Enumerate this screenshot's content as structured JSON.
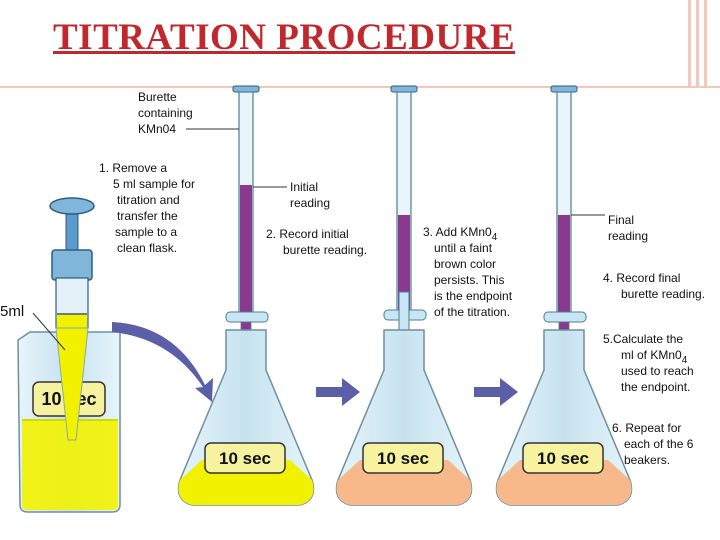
{
  "title": "TITRATION PROCEDURE",
  "labels": {
    "burette_containing": [
      "Burette",
      "containing",
      "KMn04"
    ],
    "step1": [
      "1. Remove a",
      "5 ml sample for",
      "titration and",
      "transfer the",
      "sample to a",
      "clean flask."
    ],
    "initial_reading": [
      "Initial",
      "reading"
    ],
    "step2": [
      "2. Record initial",
      "burette reading."
    ],
    "step3": [
      "3. Add KMn0",
      "until a faint",
      "brown color",
      "persists. This",
      "is the endpoint",
      "of the titration."
    ],
    "step3_subscript": "4",
    "final_reading": [
      "Final",
      "reading"
    ],
    "step4": [
      "4. Record final",
      "burette reading."
    ],
    "step5": [
      "5.Calculate the",
      "ml of KMn0",
      "used to reach",
      "the endpoint."
    ],
    "step5_subscript": "4",
    "step6": [
      "6. Repeat for",
      "each of the 6",
      "beakers."
    ],
    "volume_5ml": "5ml",
    "beaker_tag": "10 sec",
    "flask_tags": [
      "10 sec",
      "10 sec",
      "10 sec"
    ]
  },
  "colors": {
    "title": "#c0282d",
    "kmno4": "#8a3a8e",
    "yellow_solution": "#f2f200",
    "peach_solution": "#f7b98a",
    "glass": "#cfe8f3",
    "arrow": "#5a5fa8",
    "plunger": "#7fb6d9"
  },
  "icons": [
    "beaker-icon",
    "pipette-icon",
    "burette-icon",
    "flask-icon",
    "arrow-icon",
    "drop-icon"
  ]
}
